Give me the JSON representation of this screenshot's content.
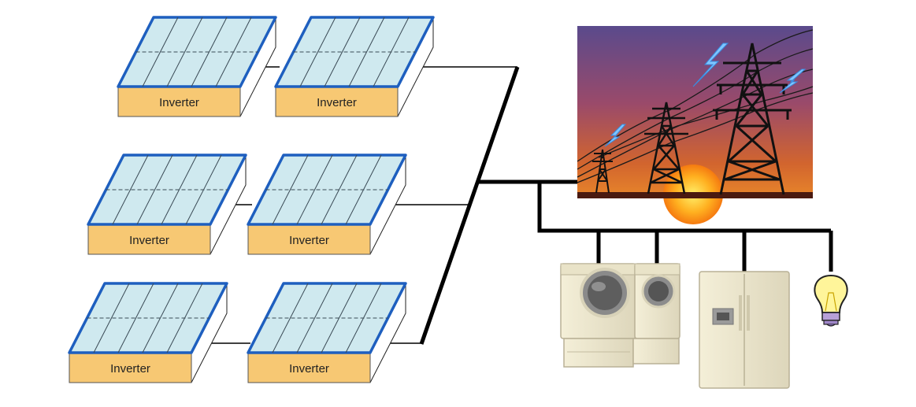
{
  "inverter_label": "Inverter",
  "panels": [
    {
      "label": "Inverter"
    },
    {
      "label": "Inverter"
    },
    {
      "label": "Inverter"
    },
    {
      "label": "Inverter"
    },
    {
      "label": "Inverter"
    },
    {
      "label": "Inverter"
    }
  ],
  "colors": {
    "panel_fill": "#cfe9ef",
    "panel_border": "#1e5fbf",
    "inverter_fill": "#f7c873",
    "wire": "#000000"
  }
}
